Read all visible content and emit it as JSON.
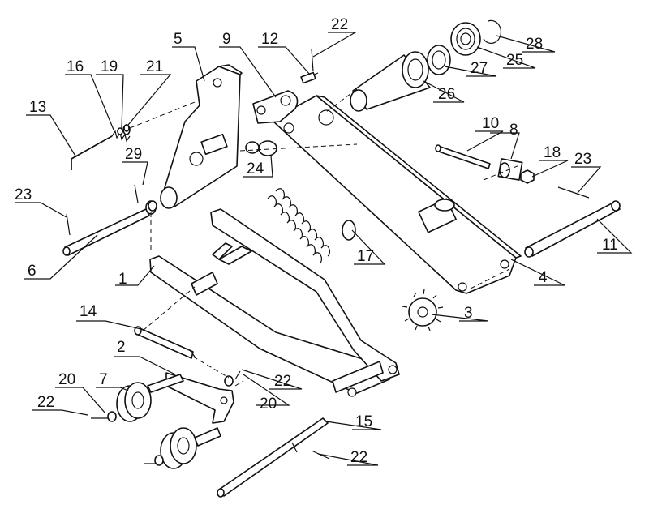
{
  "diagram": {
    "type": "exploded-parts-view",
    "colors": {
      "line": "#111111",
      "background": "#ffffff"
    },
    "callouts": [
      {
        "id": "c1",
        "label": "1"
      },
      {
        "id": "c2",
        "label": "2"
      },
      {
        "id": "c3",
        "label": "3"
      },
      {
        "id": "c4",
        "label": "4"
      },
      {
        "id": "c5",
        "label": "5"
      },
      {
        "id": "c6",
        "label": "6"
      },
      {
        "id": "c7",
        "label": "7"
      },
      {
        "id": "c8",
        "label": "8"
      },
      {
        "id": "c9",
        "label": "9"
      },
      {
        "id": "c10",
        "label": "10"
      },
      {
        "id": "c11",
        "label": "11"
      },
      {
        "id": "c12",
        "label": "12"
      },
      {
        "id": "c13",
        "label": "13"
      },
      {
        "id": "c14",
        "label": "14"
      },
      {
        "id": "c15",
        "label": "15"
      },
      {
        "id": "c16",
        "label": "16"
      },
      {
        "id": "c17",
        "label": "17"
      },
      {
        "id": "c18",
        "label": "18"
      },
      {
        "id": "c19",
        "label": "19"
      },
      {
        "id": "c20a",
        "label": "20"
      },
      {
        "id": "c20b",
        "label": "20"
      },
      {
        "id": "c21",
        "label": "21"
      },
      {
        "id": "c22a",
        "label": "22"
      },
      {
        "id": "c22b",
        "label": "22"
      },
      {
        "id": "c22c",
        "label": "22"
      },
      {
        "id": "c22d",
        "label": "22"
      },
      {
        "id": "c23a",
        "label": "23"
      },
      {
        "id": "c23b",
        "label": "23"
      },
      {
        "id": "c24",
        "label": "24"
      },
      {
        "id": "c25",
        "label": "25"
      },
      {
        "id": "c26",
        "label": "26"
      },
      {
        "id": "c27",
        "label": "27"
      },
      {
        "id": "c28",
        "label": "28"
      },
      {
        "id": "c29",
        "label": "29"
      }
    ]
  }
}
